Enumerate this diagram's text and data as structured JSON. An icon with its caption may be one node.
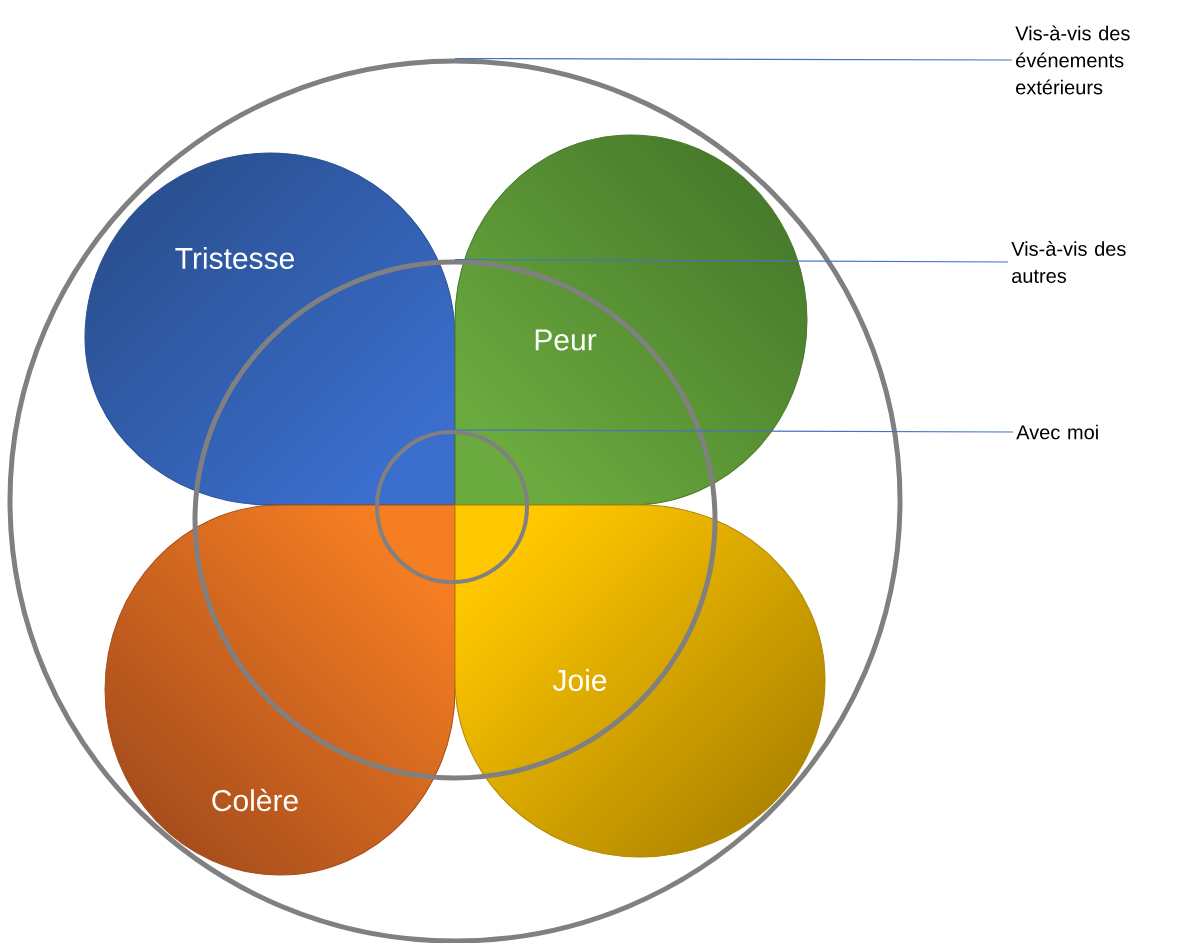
{
  "diagram": {
    "nodes": [
      {
        "text": [],
        "shape": "circle"
      },
      {
        "text": [],
        "shape": "circle",
        "in": 0
      },
      {
        "text": [],
        "shape": "circle",
        "in": 1
      },
      {
        "text": [
          "Tristesse"
        ],
        "in": 0
      },
      {
        "text": [
          "Peur"
        ],
        "in": 0
      },
      {
        "text": [
          "Colère"
        ],
        "in": 0
      },
      {
        "text": [
          "Joie"
        ],
        "in": 0
      },
      {
        "text": [
          "Vis-à-vis des événements extérieurs"
        ]
      },
      {
        "text": [
          "Vis-à-vis des autres"
        ]
      },
      {
        "text": [
          "Avec moi"
        ]
      }
    ],
    "edges": [
      {
        "from": 7,
        "to": 0,
        "arrow": "none"
      },
      {
        "from": 8,
        "to": 1,
        "arrow": "none"
      },
      {
        "from": 9,
        "to": 2,
        "arrow": "none"
      }
    ]
  }
}
